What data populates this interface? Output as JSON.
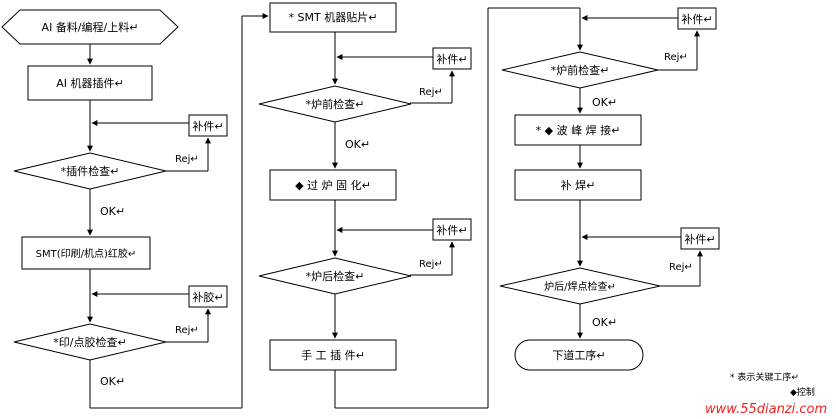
{
  "col1": {
    "start": "AI 备料/编程/上料↵",
    "ai_insert": "AI 机器插件↵",
    "patch1": "补件↵",
    "rej1": "Rej↵",
    "check_insert": "*插件检查↵",
    "ok1": "OK↵",
    "smt_glue": "SMT(印刷/机点)红胶↵",
    "patch_glue": "补胶↵",
    "rej2": "Rej↵",
    "check_glue": "*印/点胶检查↵",
    "ok2": "OK↵"
  },
  "col2": {
    "smt_place": "* SMT 机器贴片↵",
    "patch1": "补件↵",
    "rej1": "Rej↵",
    "check_pre": "*炉前检查↵",
    "ok1": "OK↵",
    "cure": "◆ 过 炉 固 化↵",
    "patch2": "补件↵",
    "rej2": "Rej↵",
    "check_post": "*炉后检查↵",
    "manual": "手 工 插 件↵"
  },
  "col3": {
    "patch1": "补件↵",
    "rej1": "Rej↵",
    "check_pre": "*炉前检查↵",
    "ok1": "OK↵",
    "wave": "* ◆ 波 峰 焊 接↵",
    "touchup": "补 焊↵",
    "patch2": "补件↵",
    "rej2": "Rej↵",
    "check_post": "炉后/焊点检查↵",
    "ok2": "OK↵",
    "next": "下道工序↵"
  },
  "legend": {
    "key": "*  表示关键工序↵",
    "control": "◆控制"
  },
  "watermark": "www.55dianzi.com"
}
